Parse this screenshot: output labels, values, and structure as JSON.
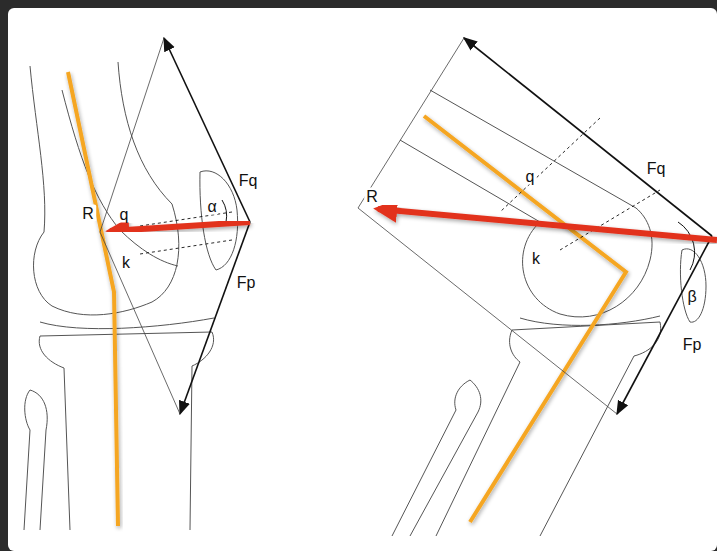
{
  "diagram": {
    "labels": [
      "Fq",
      "R",
      "q",
      "α",
      "k",
      "Fp",
      "Fq",
      "R",
      "q",
      "k",
      "β",
      "Fp"
    ]
  }
}
